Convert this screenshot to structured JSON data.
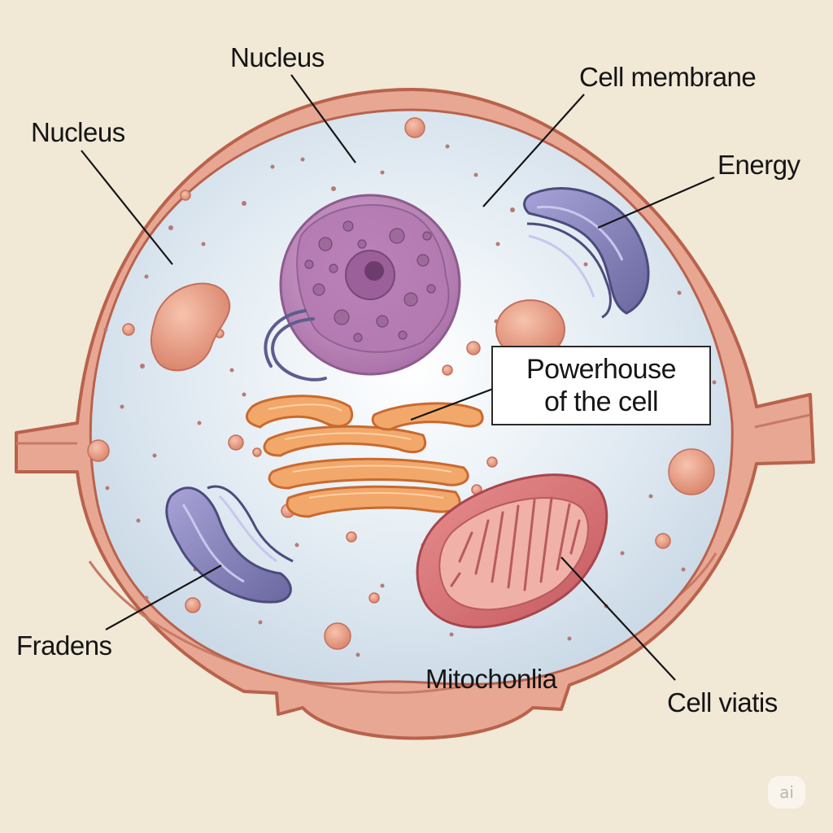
{
  "labels": {
    "nucleus_top": "Nucleus",
    "nucleus_left": "Nucleus",
    "cell_membrane": "Cell membrane",
    "energy": "Energy",
    "powerhouse_line1": "Powerhouse",
    "powerhouse_line2": "of the cell",
    "fradens": "Fradens",
    "mitochonlia": "Mitochonlia",
    "cell_viatis": "Cell viatis"
  },
  "watermark": "ai",
  "colors": {
    "background": "#f1e8d6",
    "membrane": "#e8a793",
    "membrane_outline": "#b9624c",
    "cytoplasm": "#dde8f0",
    "nucleus": "#c99ac6",
    "golgi": "#f2a86a",
    "mitochondrion": "#dc7a7a",
    "er": "#8a88c4"
  }
}
